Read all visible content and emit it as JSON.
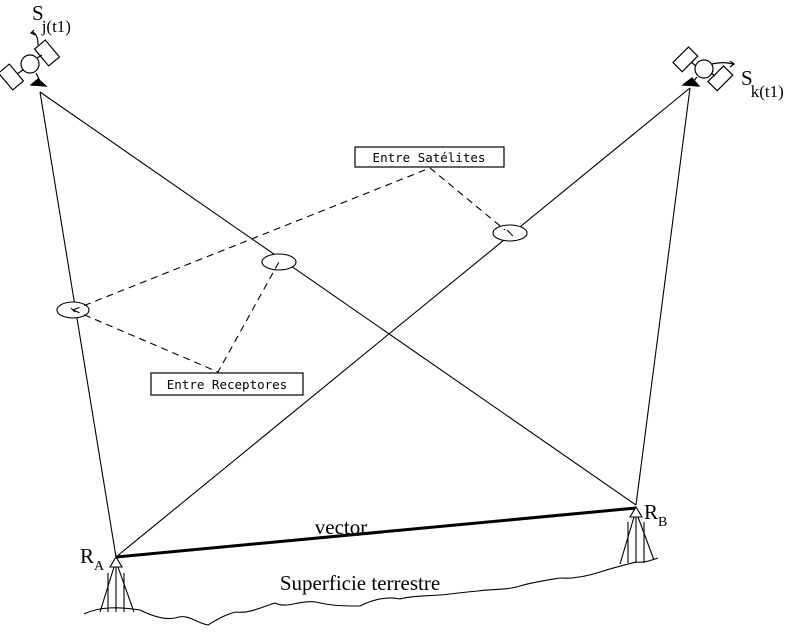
{
  "satellite_j": {
    "label": "S",
    "sub": "j(t1)"
  },
  "satellite_k": {
    "label": "S",
    "sub": "k(t1)"
  },
  "receiver_a": {
    "label": "R",
    "sub": "A"
  },
  "receiver_b": {
    "label": "R",
    "sub": "B"
  },
  "labels": {
    "between_satellites": "Entre Satélites",
    "between_receivers": "Entre Receptores",
    "vector": "vector",
    "surface": "Superficie terrestre"
  },
  "colors": {
    "line": "#000000",
    "background": "#ffffff"
  }
}
